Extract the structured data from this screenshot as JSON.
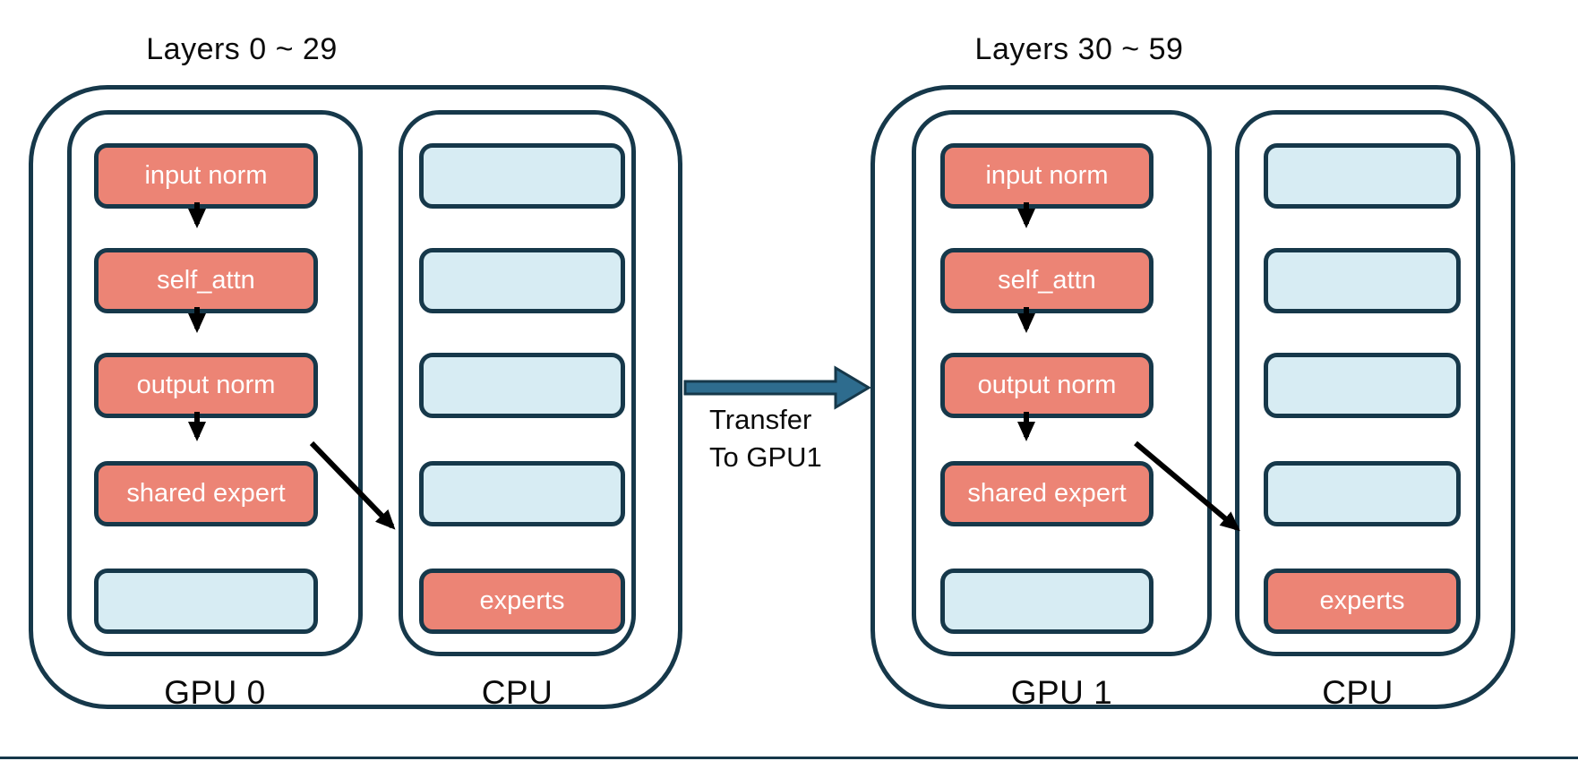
{
  "figure_type": "moe-expert-offload-pipeline-diagram",
  "left_group": {
    "title": "Layers 0 ~ 29",
    "gpu": {
      "name": "GPU 0",
      "boxes": [
        {
          "label": "input norm",
          "filled": true
        },
        {
          "label": "self_attn",
          "filled": true
        },
        {
          "label": "output norm",
          "filled": true
        },
        {
          "label": "shared expert",
          "filled": true
        },
        {
          "label": "",
          "filled": false
        }
      ]
    },
    "cpu": {
      "name": "CPU",
      "boxes": [
        {
          "label": "",
          "filled": false
        },
        {
          "label": "",
          "filled": false
        },
        {
          "label": "",
          "filled": false
        },
        {
          "label": "",
          "filled": false
        },
        {
          "label": "experts",
          "filled": true
        }
      ]
    }
  },
  "right_group": {
    "title": "Layers 30 ~ 59",
    "gpu": {
      "name": "GPU 1",
      "boxes": [
        {
          "label": "input norm",
          "filled": true
        },
        {
          "label": "self_attn",
          "filled": true
        },
        {
          "label": "output norm",
          "filled": true
        },
        {
          "label": "shared expert",
          "filled": true
        },
        {
          "label": "",
          "filled": false
        }
      ]
    },
    "cpu": {
      "name": "CPU",
      "boxes": [
        {
          "label": "",
          "filled": false
        },
        {
          "label": "",
          "filled": false
        },
        {
          "label": "",
          "filled": false
        },
        {
          "label": "",
          "filled": false
        },
        {
          "label": "experts",
          "filled": true
        }
      ]
    }
  },
  "transfer": {
    "line1": "Transfer",
    "line2": "To GPU1"
  },
  "colors": {
    "stroke": "#16384a",
    "module_fill": "#ec8475",
    "empty_slot_fill": "#d7ecf3",
    "transfer_arrow_fill": "#2e6c8e",
    "flow_arrow": "#000000",
    "text_on_module": "#ffffff",
    "text_labels": "#0b0b0b",
    "background": "#ffffff"
  }
}
